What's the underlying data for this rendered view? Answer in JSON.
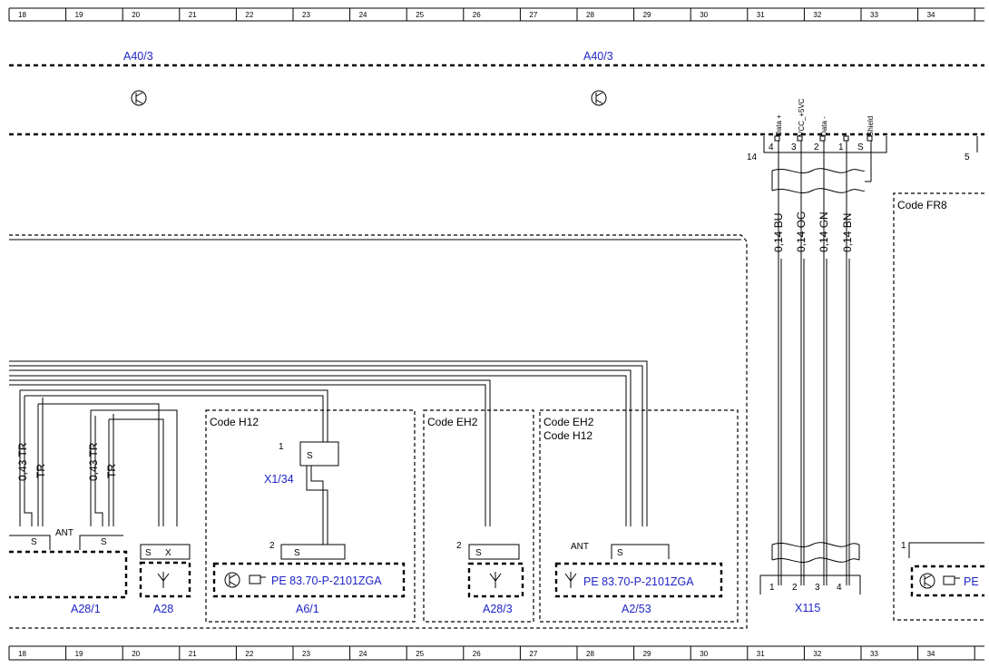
{
  "ruler": {
    "numbers": [
      "18",
      "19",
      "20",
      "21",
      "22",
      "23",
      "24",
      "25",
      "26",
      "27",
      "28",
      "29",
      "30",
      "31",
      "32",
      "33",
      "34"
    ]
  },
  "modules": {
    "a40_left": "A40/3",
    "a40_right": "A40/3"
  },
  "codes": {
    "fr8": "Code FR8",
    "h12_a6": "Code H12",
    "eh2_a28_3": "Code EH2",
    "eh2_a2": "Code EH2",
    "h12_a2": "Code H12"
  },
  "top_connector": {
    "number": "14",
    "right_number": "5",
    "pins": [
      {
        "num": "4",
        "signal": "Data +"
      },
      {
        "num": "3",
        "signal": "VCC_+5VC"
      },
      {
        "num": "2",
        "signal": "Data -"
      },
      {
        "num": "1",
        "signal": ""
      },
      {
        "num": "S",
        "signal": "Shield"
      }
    ]
  },
  "wires": {
    "bu": "0,14 BU",
    "og": "0,14 OG",
    "gn": "0,14 GN",
    "bn": "0,14 BN",
    "tr43_a": "0,43 TR",
    "tr_a": "TR",
    "tr43_b": "0,43 TR",
    "tr_b": "TR"
  },
  "pins": {
    "s": "S",
    "x": "X",
    "one": "1",
    "two": "2",
    "three": "3",
    "four": "4",
    "ant": "ANT"
  },
  "components": {
    "a28_1": "A28/1",
    "a28": "A28",
    "a6_1": "A6/1",
    "a28_3": "A28/3",
    "a2_53": "A2/53",
    "x115": "X115",
    "x1_34": "X1/34",
    "pe_a6": "PE 83.70-P-2101ZGA",
    "pe_a2": "PE 83.70-P-2101ZGA",
    "pe_right": "PE"
  },
  "colors": {
    "link_blue": "#1f24c8",
    "line": "#000000"
  }
}
